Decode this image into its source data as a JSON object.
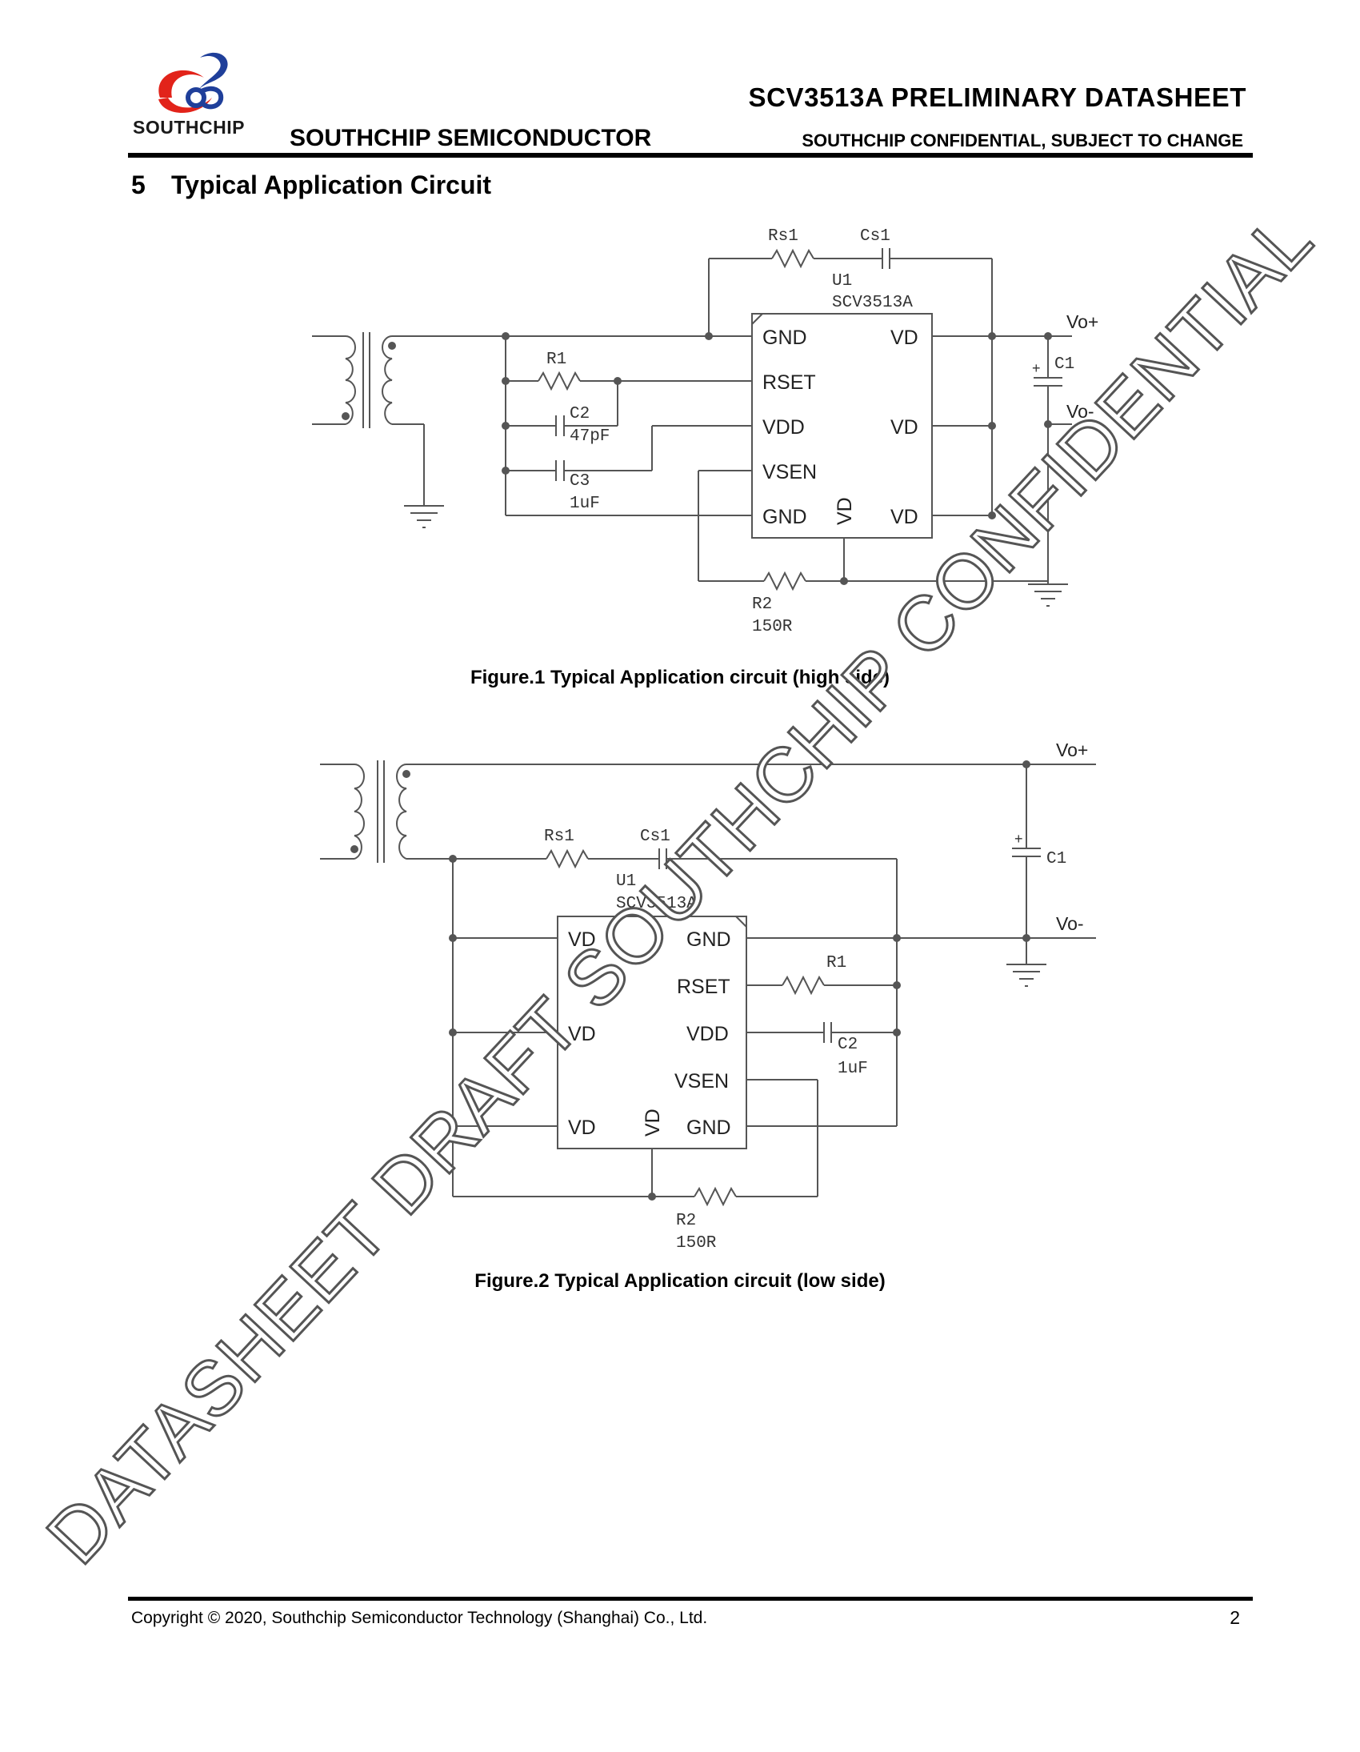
{
  "header": {
    "logo_text": "SOUTHCHIP",
    "company": "SOUTHCHIP SEMICONDUCTOR",
    "title": "SCV3513A  PRELIMINARY  DATASHEET",
    "confidential": "SOUTHCHIP CONFIDENTIAL, SUBJECT TO CHANGE"
  },
  "section": {
    "number": "5",
    "title": "Typical Application Circuit"
  },
  "figure1": {
    "caption": "Figure.1 Typical Application circuit (high side)",
    "ic_ref": "U1",
    "ic_part": "SCV3513A",
    "pins_left": [
      "GND",
      "RSET",
      "VDD",
      "VSEN",
      "GND"
    ],
    "pins_right": [
      "VD",
      "VD",
      "VD"
    ],
    "pin_bottom": "VD",
    "rs1": "Rs1",
    "cs1": "Cs1",
    "r1": "R1",
    "c2": "C2",
    "c2_value": "47pF",
    "c3": "C3",
    "c3_value": "1uF",
    "r2": "R2",
    "r2_value": "150R",
    "c1": "C1",
    "vo_plus": "Vo+",
    "vo_minus": "Vo-"
  },
  "figure2": {
    "caption": "Figure.2 Typical Application circuit (low side)",
    "ic_ref": "U1",
    "ic_part": "SCV3513A",
    "pins_left": [
      "VD",
      "VD",
      "VD"
    ],
    "pins_right": [
      "GND",
      "RSET",
      "VDD",
      "VSEN",
      "GND"
    ],
    "pin_bottom": "VD",
    "rs1": "Rs1",
    "cs1": "Cs1",
    "r1": "R1",
    "c2": "C2",
    "c2_value": "1uF",
    "r2": "R2",
    "r2_value": "150R",
    "c1": "C1",
    "vo_plus": "Vo+",
    "vo_minus": "Vo-"
  },
  "watermark": "DATASHEET DRAFT SOUTHCHIP CONFIDENTIAL",
  "footer": {
    "copyright": "Copyright © 2020, Southchip Semiconductor Technology (Shanghai) Co., Ltd.",
    "page": "2"
  },
  "colors": {
    "logo_red": "#e2231a",
    "logo_blue": "#1f3f9a",
    "wire": "#555555"
  }
}
